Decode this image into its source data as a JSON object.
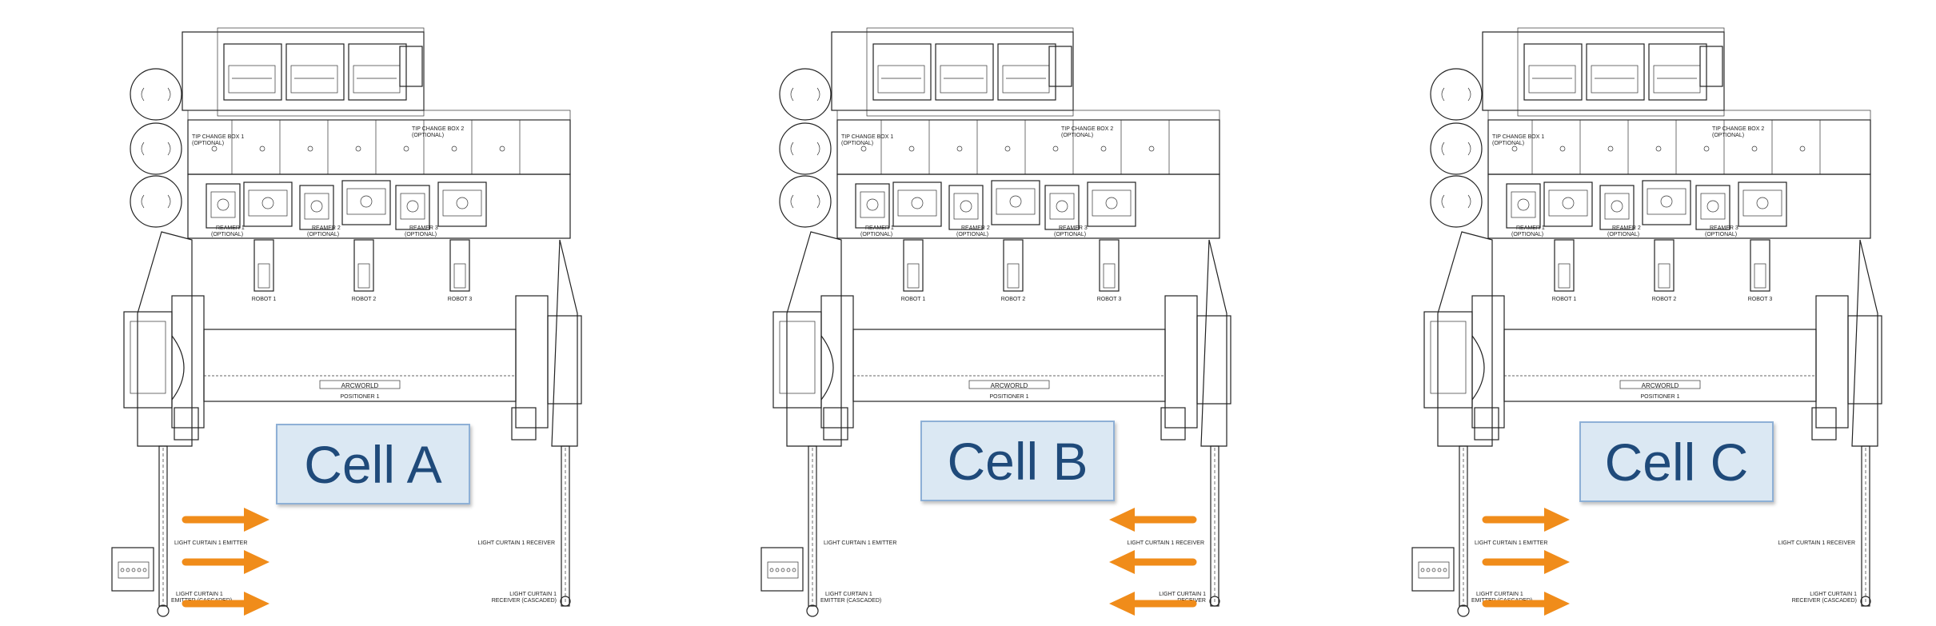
{
  "cells": [
    {
      "label": "Cell A",
      "tip_box_1": [
        "TIP CHANGE BOX 1",
        "(OPTIONAL)"
      ],
      "tip_box_2": [
        "TIP CHANGE BOX 2",
        "(OPTIONAL)"
      ],
      "reamers": [
        [
          "REAMER 1",
          "(OPTIONAL)"
        ],
        [
          "REAMER 2",
          "(OPTIONAL)"
        ],
        [
          "REAMER 3",
          "(OPTIONAL)"
        ]
      ],
      "robots": [
        "ROBOT 1",
        "ROBOT 2",
        "ROBOT 3"
      ],
      "positioner": "POSITIONER 1",
      "brand": "ARCWORLD",
      "lc_emitter": "LIGHT CURTAIN 1 EMITTER",
      "lc_receiver": "LIGHT CURTAIN 1 RECEIVER",
      "lc_emitter_cascaded": [
        "LIGHT CURTAIN 1",
        "EMITTER (CASCADED)"
      ],
      "lc_receiver_cascaded": [
        "LIGHT CURTAIN 1",
        "RECEIVER (CASCADED)"
      ],
      "arrow_direction": "right",
      "arrow_color": "#f08c1a"
    },
    {
      "label": "Cell B",
      "tip_box_1": [
        "TIP CHANGE BOX 1",
        "(OPTIONAL)"
      ],
      "tip_box_2": [
        "TIP CHANGE BOX 2",
        "(OPTIONAL)"
      ],
      "reamers": [
        [
          "REAMER 1",
          "(OPTIONAL)"
        ],
        [
          "REAMER 2",
          "(OPTIONAL)"
        ],
        [
          "REAMER 3",
          "(OPTIONAL)"
        ]
      ],
      "robots": [
        "ROBOT 1",
        "ROBOT 2",
        "ROBOT 3"
      ],
      "positioner": "POSITIONER 1",
      "brand": "ARCWORLD",
      "lc_emitter": "LIGHT CURTAIN 1 EMITTER",
      "lc_receiver": "LIGHT CURTAIN 1 RECEIVER",
      "lc_emitter_cascaded": [
        "LIGHT CURTAIN 1",
        "EMITTER (CASCADED)"
      ],
      "lc_receiver_cascaded": [
        "LIGHT CURTAIN 1",
        "RECEIVER"
      ],
      "arrow_direction": "left",
      "arrow_color": "#f08c1a"
    },
    {
      "label": "Cell C",
      "tip_box_1": [
        "TIP CHANGE BOX 1",
        "(OPTIONAL)"
      ],
      "tip_box_2": [
        "TIP CHANGE BOX 2",
        "(OPTIONAL)"
      ],
      "reamers": [
        [
          "REAMER 1",
          "(OPTIONAL)"
        ],
        [
          "REAMER 2",
          "(OPTIONAL)"
        ],
        [
          "REAMER 3",
          "(OPTIONAL)"
        ]
      ],
      "robots": [
        "ROBOT 1",
        "ROBOT 2",
        "ROBOT 3"
      ],
      "positioner": "POSITIONER 1",
      "brand": "ARCWORLD",
      "lc_emitter": "LIGHT CURTAIN 1 EMITTER",
      "lc_receiver": "LIGHT CURTAIN 1 RECEIVER",
      "lc_emitter_cascaded": [
        "LIGHT CURTAIN 1",
        "EMITTER (CASCADED)"
      ],
      "lc_receiver_cascaded": [
        "LIGHT CURTAIN 1",
        "RECEIVER (CASCADED)"
      ],
      "arrow_direction": "right",
      "arrow_color": "#f08c1a"
    }
  ]
}
